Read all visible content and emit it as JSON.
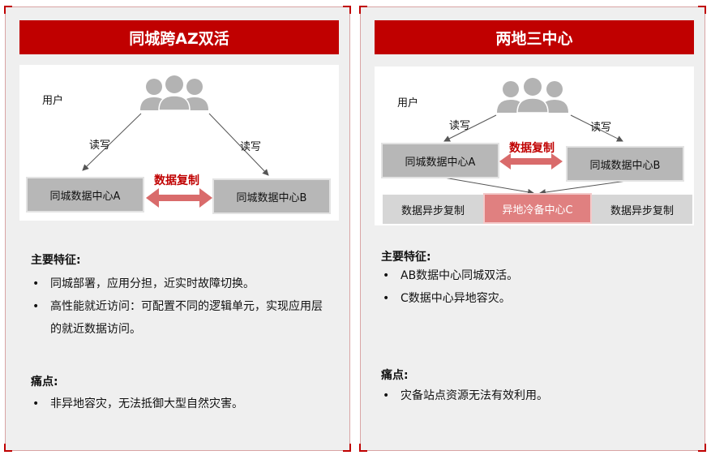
{
  "left": {
    "title": "同城跨AZ双活",
    "diagram": {
      "users_label": "用户",
      "read_write_left": "读写",
      "read_write_right": "读写",
      "replication_label": "数据复制",
      "dc_a": "同城数据中心A",
      "dc_b": "同城数据中心B"
    },
    "features_title": "主要特征:",
    "features": [
      "同城部署，应用分担，近实时故障切换。",
      "高性能就近访问：可配置不同的逻辑单元，实现应用层的就近数据访问。"
    ],
    "pain_title": "痛点:",
    "pains": [
      "非异地容灾，无法抵御大型自然灾害。"
    ]
  },
  "right": {
    "title": "两地三中心",
    "diagram": {
      "users_label": "用户",
      "read_write_left": "读写",
      "read_write_right": "读写",
      "replication_label": "数据复制",
      "dc_a": "同城数据中心A",
      "dc_b": "同城数据中心B",
      "async_left": "数据异步复制",
      "async_right": "数据异步复制",
      "dc_c": "异地冷备中心C"
    },
    "features_title": "主要特征:",
    "features": [
      "AB数据中心同城双活。",
      "C数据中心异地容灾。"
    ],
    "pain_title": "痛点:",
    "pains": [
      "灾备站点资源无法有效利用。"
    ]
  },
  "colors": {
    "brand_red": "#c00000",
    "arrow_red": "#d96b6b",
    "box_gray": "#b7b7b7",
    "panel_bg": "#efefef"
  },
  "icons": {
    "users": "users-group-icon"
  }
}
